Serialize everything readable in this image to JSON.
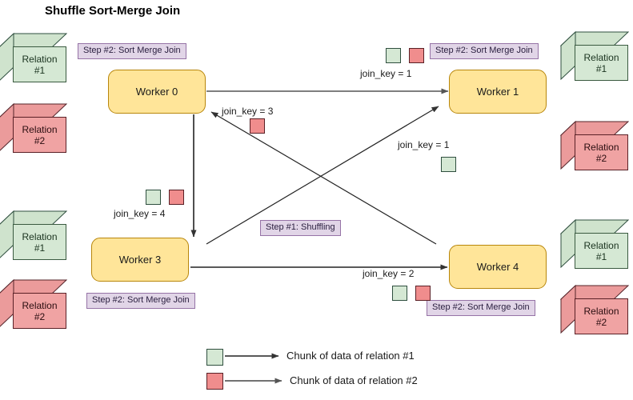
{
  "title": "Shuffle Sort-Merge Join",
  "colors": {
    "relation1_fill": "#d5e8d4",
    "relation1_stroke": "#3a5a40",
    "relation2_fill": "#f0a3a3",
    "relation2_stroke": "#5a2026",
    "worker_fill": "#ffe599",
    "worker_stroke": "#b8860b",
    "step_label_fill": "#e1d5e7",
    "step_label_stroke": "#9673a6",
    "arrow_stroke": "#333333",
    "background": "#ffffff"
  },
  "relations": [
    {
      "name": "relation-1-left-top",
      "line1": "Relation",
      "line2": "#1",
      "type": "relation1"
    },
    {
      "name": "relation-2-left-top",
      "line1": "Relation",
      "line2": "#2",
      "type": "relation2"
    },
    {
      "name": "relation-1-left-bottom",
      "line1": "Relation",
      "line2": "#1",
      "type": "relation1"
    },
    {
      "name": "relation-2-left-bottom",
      "line1": "Relation",
      "line2": "#2",
      "type": "relation2"
    },
    {
      "name": "relation-1-right-top",
      "line1": "Relation",
      "line2": "#1",
      "type": "relation1"
    },
    {
      "name": "relation-2-right-top",
      "line1": "Relation",
      "line2": "#2",
      "type": "relation2"
    },
    {
      "name": "relation-1-right-bottom",
      "line1": "Relation",
      "line2": "#1",
      "type": "relation1"
    },
    {
      "name": "relation-2-right-bottom",
      "line1": "Relation",
      "line2": "#2",
      "type": "relation2"
    }
  ],
  "workers": [
    {
      "label": "Worker 0"
    },
    {
      "label": "Worker 1"
    },
    {
      "label": "Worker 3"
    },
    {
      "label": "Worker 4"
    }
  ],
  "step_labels": [
    {
      "text": "Step #2: Sort Merge Join"
    },
    {
      "text": "Step #2: Sort Merge Join"
    },
    {
      "text": "Step #1: Shuffling"
    },
    {
      "text": "Step #2: Sort Merge Join"
    },
    {
      "text": "Step #2: Sort Merge Join"
    }
  ],
  "join_keys": [
    {
      "text": "join_key = 1",
      "chunks": [
        "green",
        "red"
      ]
    },
    {
      "text": "join_key = 3",
      "chunks": [
        "red"
      ]
    },
    {
      "text": "join_key = 1",
      "chunks": [
        "green"
      ]
    },
    {
      "text": "join_key = 4",
      "chunks": [
        "green",
        "red"
      ]
    },
    {
      "text": "join_key = 2",
      "chunks": [
        "green",
        "red"
      ]
    }
  ],
  "legend": [
    {
      "swatch": "green",
      "text": "Chunk of data of relation #1"
    },
    {
      "swatch": "red",
      "text": "Chunk of data of relation #2"
    }
  ]
}
